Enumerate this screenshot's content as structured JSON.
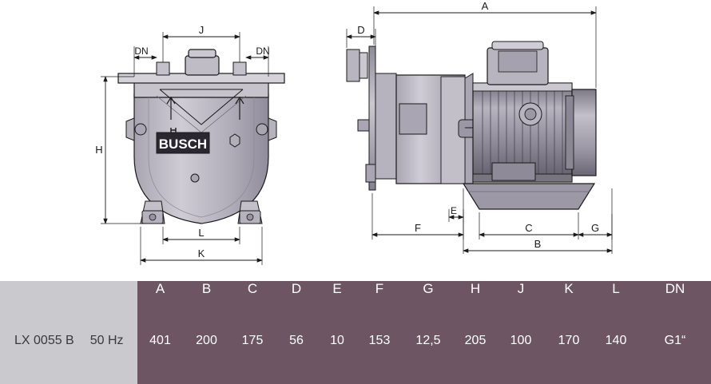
{
  "drawing": {
    "title": "Busch LX 0055 B vacuum pump dimensional drawing",
    "brand_label": "BUSCH",
    "front_view": {
      "dimension_labels": [
        "DN",
        "DN",
        "J",
        "H",
        "L",
        "K"
      ]
    },
    "side_view": {
      "dimension_labels": [
        "A",
        "D",
        "E",
        "F",
        "C",
        "G",
        "B"
      ]
    }
  },
  "table": {
    "header": [
      "",
      "A",
      "B",
      "C",
      "D",
      "E",
      "F",
      "G",
      "H",
      "J",
      "K",
      "L",
      "DN"
    ],
    "rows": [
      {
        "model": "LX 0055 B",
        "frequency": "50 Hz",
        "values": [
          "401",
          "200",
          "175",
          "56",
          "10",
          "153",
          "12,5",
          "205",
          "100",
          "170",
          "140",
          "G1“"
        ]
      }
    ]
  },
  "colors": {
    "header_accent": "#6d5563",
    "label_bg": "#c9c9ce",
    "line": "#1a1a1a",
    "body_fill": "#b9b5c0"
  }
}
